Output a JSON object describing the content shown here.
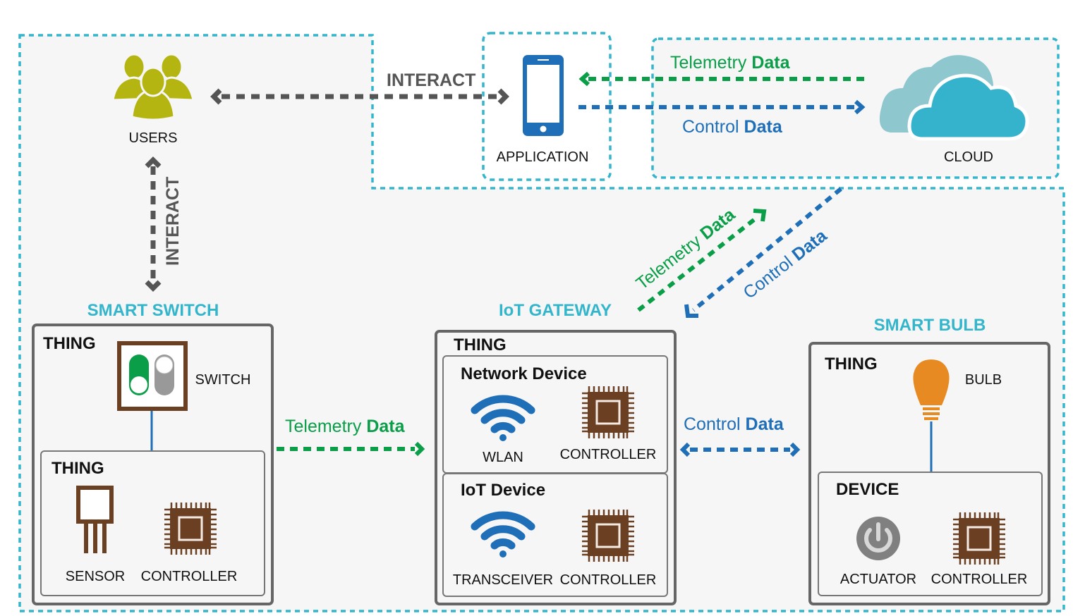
{
  "colors": {
    "region_border": "#33b5cc",
    "section_title": "#33b5cc",
    "telemetry": "#0a9e48",
    "control": "#1e6eb8",
    "interact": "#555555",
    "chip": "#6b3f22",
    "users": "#b5b511",
    "bulb": "#e88a22",
    "cloud": "#36b3cc"
  },
  "users": {
    "label": "USERS",
    "icon": "users-icon"
  },
  "interact_h": {
    "label": "INTERACT"
  },
  "interact_v": {
    "label": "INTERACT"
  },
  "application": {
    "label": "APPLICATION",
    "icon": "smartphone-icon"
  },
  "cloud": {
    "label": "CLOUD",
    "icon": "cloud-icon"
  },
  "telemetry_top": {
    "word": "Telemetry",
    "bold": "Data"
  },
  "control_top": {
    "word": "Control",
    "bold": "Data"
  },
  "telemetry_diag": {
    "word": "Telemetry",
    "bold": "Data"
  },
  "control_diag": {
    "word": "Control",
    "bold": "Data"
  },
  "telemetry_mid": {
    "word": "Telemetry",
    "bold": "Data"
  },
  "control_mid": {
    "word": "Control",
    "bold": "Data"
  },
  "smart_switch": {
    "title": "SMART SWITCH",
    "thing": "THING",
    "switch_label": "SWITCH",
    "inner": {
      "title": "THING",
      "sensor": "SENSOR",
      "controller": "CONTROLLER"
    }
  },
  "gateway": {
    "title": "IoT GATEWAY",
    "thing": "THING",
    "network": {
      "title": "Network Device",
      "wlan": "WLAN",
      "controller": "CONTROLLER"
    },
    "iot": {
      "title": "IoT Device",
      "transceiver": "TRANSCEIVER",
      "controller": "CONTROLLER"
    }
  },
  "smart_bulb": {
    "title": "SMART BULB",
    "thing": "THING",
    "bulb": "BULB",
    "device": {
      "title": "DEVICE",
      "actuator": "ACTUATOR",
      "controller": "CONTROLLER"
    }
  }
}
